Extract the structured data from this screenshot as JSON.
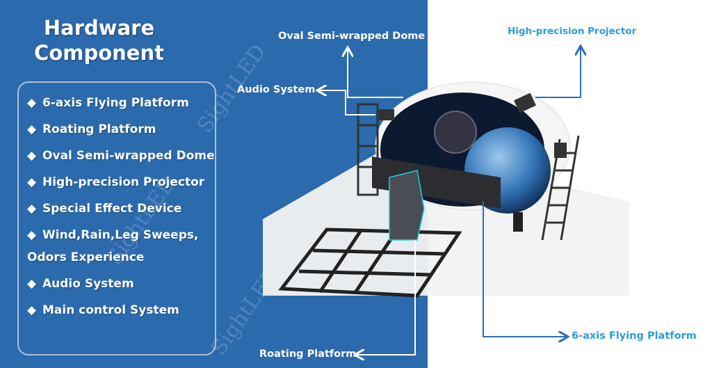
{
  "title": {
    "line1": "Hardware",
    "line2": "Component"
  },
  "components": [
    "6-axis Flying Platform",
    "Roating Platform",
    "Oval Semi-wrapped Dome",
    "High-precision Projector",
    "Special Effect Device",
    "Wind,Rain,Leg Sweeps,",
    "Odors Experience",
    "Audio System",
    "Main control System"
  ],
  "callouts": {
    "dome": "Oval Semi-wrapped Dome",
    "audio": "Audio System",
    "projector": "High-precision Projector",
    "rotating": "Roating Platform",
    "flying": "6-axis Flying Platform"
  },
  "watermark": "SightLED",
  "colors": {
    "panel": "#2b6aad",
    "accent": "#2a9ed8",
    "line": "#2e6db4"
  }
}
